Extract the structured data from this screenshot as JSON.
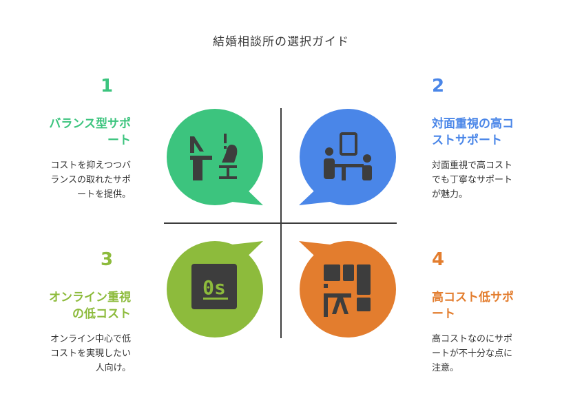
{
  "title": "結婚相談所の選択ガイド",
  "colors": {
    "green": "#3cc47e",
    "blue": "#4a86e8",
    "lime": "#8dbb3c",
    "orange": "#e37d2e",
    "icon": "#3d3d3d"
  },
  "quadrants": [
    {
      "number": "1",
      "heading": [
        "バランス型サポ",
        "ート"
      ],
      "description": [
        "コストを抑えつつバ",
        "ランスの取れたサポ",
        "ートを提供。"
      ],
      "icon": "desk-office-icon"
    },
    {
      "number": "2",
      "heading": [
        "対面重視の高コ",
        "ストサポート"
      ],
      "description": [
        "対面重視で高コスト",
        "でも丁寧なサポート",
        "が魅力。"
      ],
      "icon": "meeting-people-icon"
    },
    {
      "number": "3",
      "heading": [
        "オンライン重視",
        "の低コスト"
      ],
      "description": [
        "オンライン中心で低",
        "コストを実現したい",
        "人向け。"
      ],
      "icon": "os-screen-icon"
    },
    {
      "number": "4",
      "heading": [
        "高コスト低サポ",
        "ート"
      ],
      "description": [
        "高コストなのにサポ",
        "ートが不十分な点に",
        "注意。"
      ],
      "icon": "storage-desk-icon"
    }
  ]
}
